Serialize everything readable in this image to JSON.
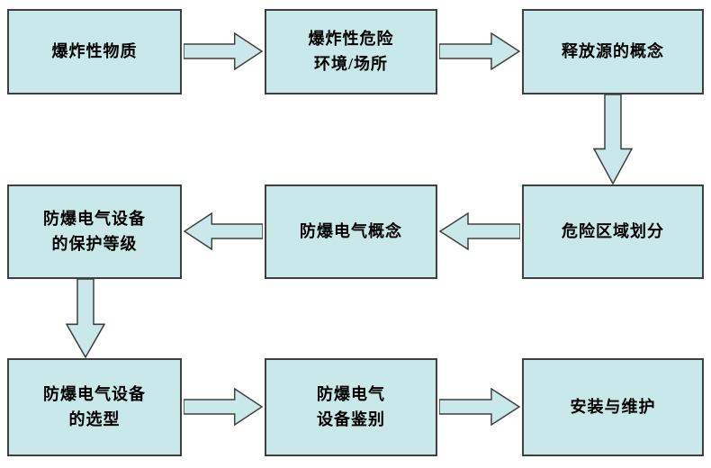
{
  "colors": {
    "background": "#ffffff",
    "node_fill": "#c9e8ea",
    "node_border": "#3f3f3f",
    "arrow_fill": "#c9e8ea",
    "arrow_border": "#3f3f3f",
    "text": "#000000"
  },
  "nodes": [
    {
      "id": "explosive-substances",
      "label": "爆炸性物质"
    },
    {
      "id": "explosive-hazard-environment",
      "label": "爆炸性危险\n环境/场所"
    },
    {
      "id": "release-source-concept",
      "label": "释放源的概念"
    },
    {
      "id": "hazardous-area-classification",
      "label": "危险区域划分"
    },
    {
      "id": "explosion-proof-electrical-concept",
      "label": "防爆电气概念"
    },
    {
      "id": "equipment-protection-level",
      "label": "防爆电气设备\n的保护等级"
    },
    {
      "id": "equipment-selection",
      "label": "防爆电气设备\n的选型"
    },
    {
      "id": "equipment-identification",
      "label": "防爆电气\n设备鉴别"
    },
    {
      "id": "installation-maintenance",
      "label": "安装与维护"
    }
  ],
  "connections": [
    {
      "from": 0,
      "to": 1,
      "direction": "right"
    },
    {
      "from": 1,
      "to": 2,
      "direction": "right"
    },
    {
      "from": 2,
      "to": 3,
      "direction": "down"
    },
    {
      "from": 3,
      "to": 4,
      "direction": "left"
    },
    {
      "from": 4,
      "to": 5,
      "direction": "left"
    },
    {
      "from": 5,
      "to": 6,
      "direction": "down"
    },
    {
      "from": 6,
      "to": 7,
      "direction": "right"
    },
    {
      "from": 7,
      "to": 8,
      "direction": "right"
    }
  ]
}
